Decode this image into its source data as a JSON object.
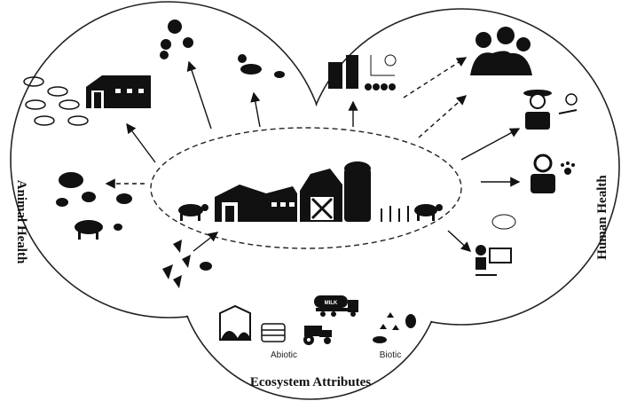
{
  "regions": {
    "animal_health": "Animal Health",
    "human_health": "Human Health",
    "ecosystem": "Ecosystem Attributes"
  },
  "ecosystem_groups": {
    "abiotic": "Abiotic",
    "biotic": "Biotic"
  },
  "truck_label": "MILK",
  "colors": {
    "ink": "#111111",
    "background": "#ffffff"
  }
}
